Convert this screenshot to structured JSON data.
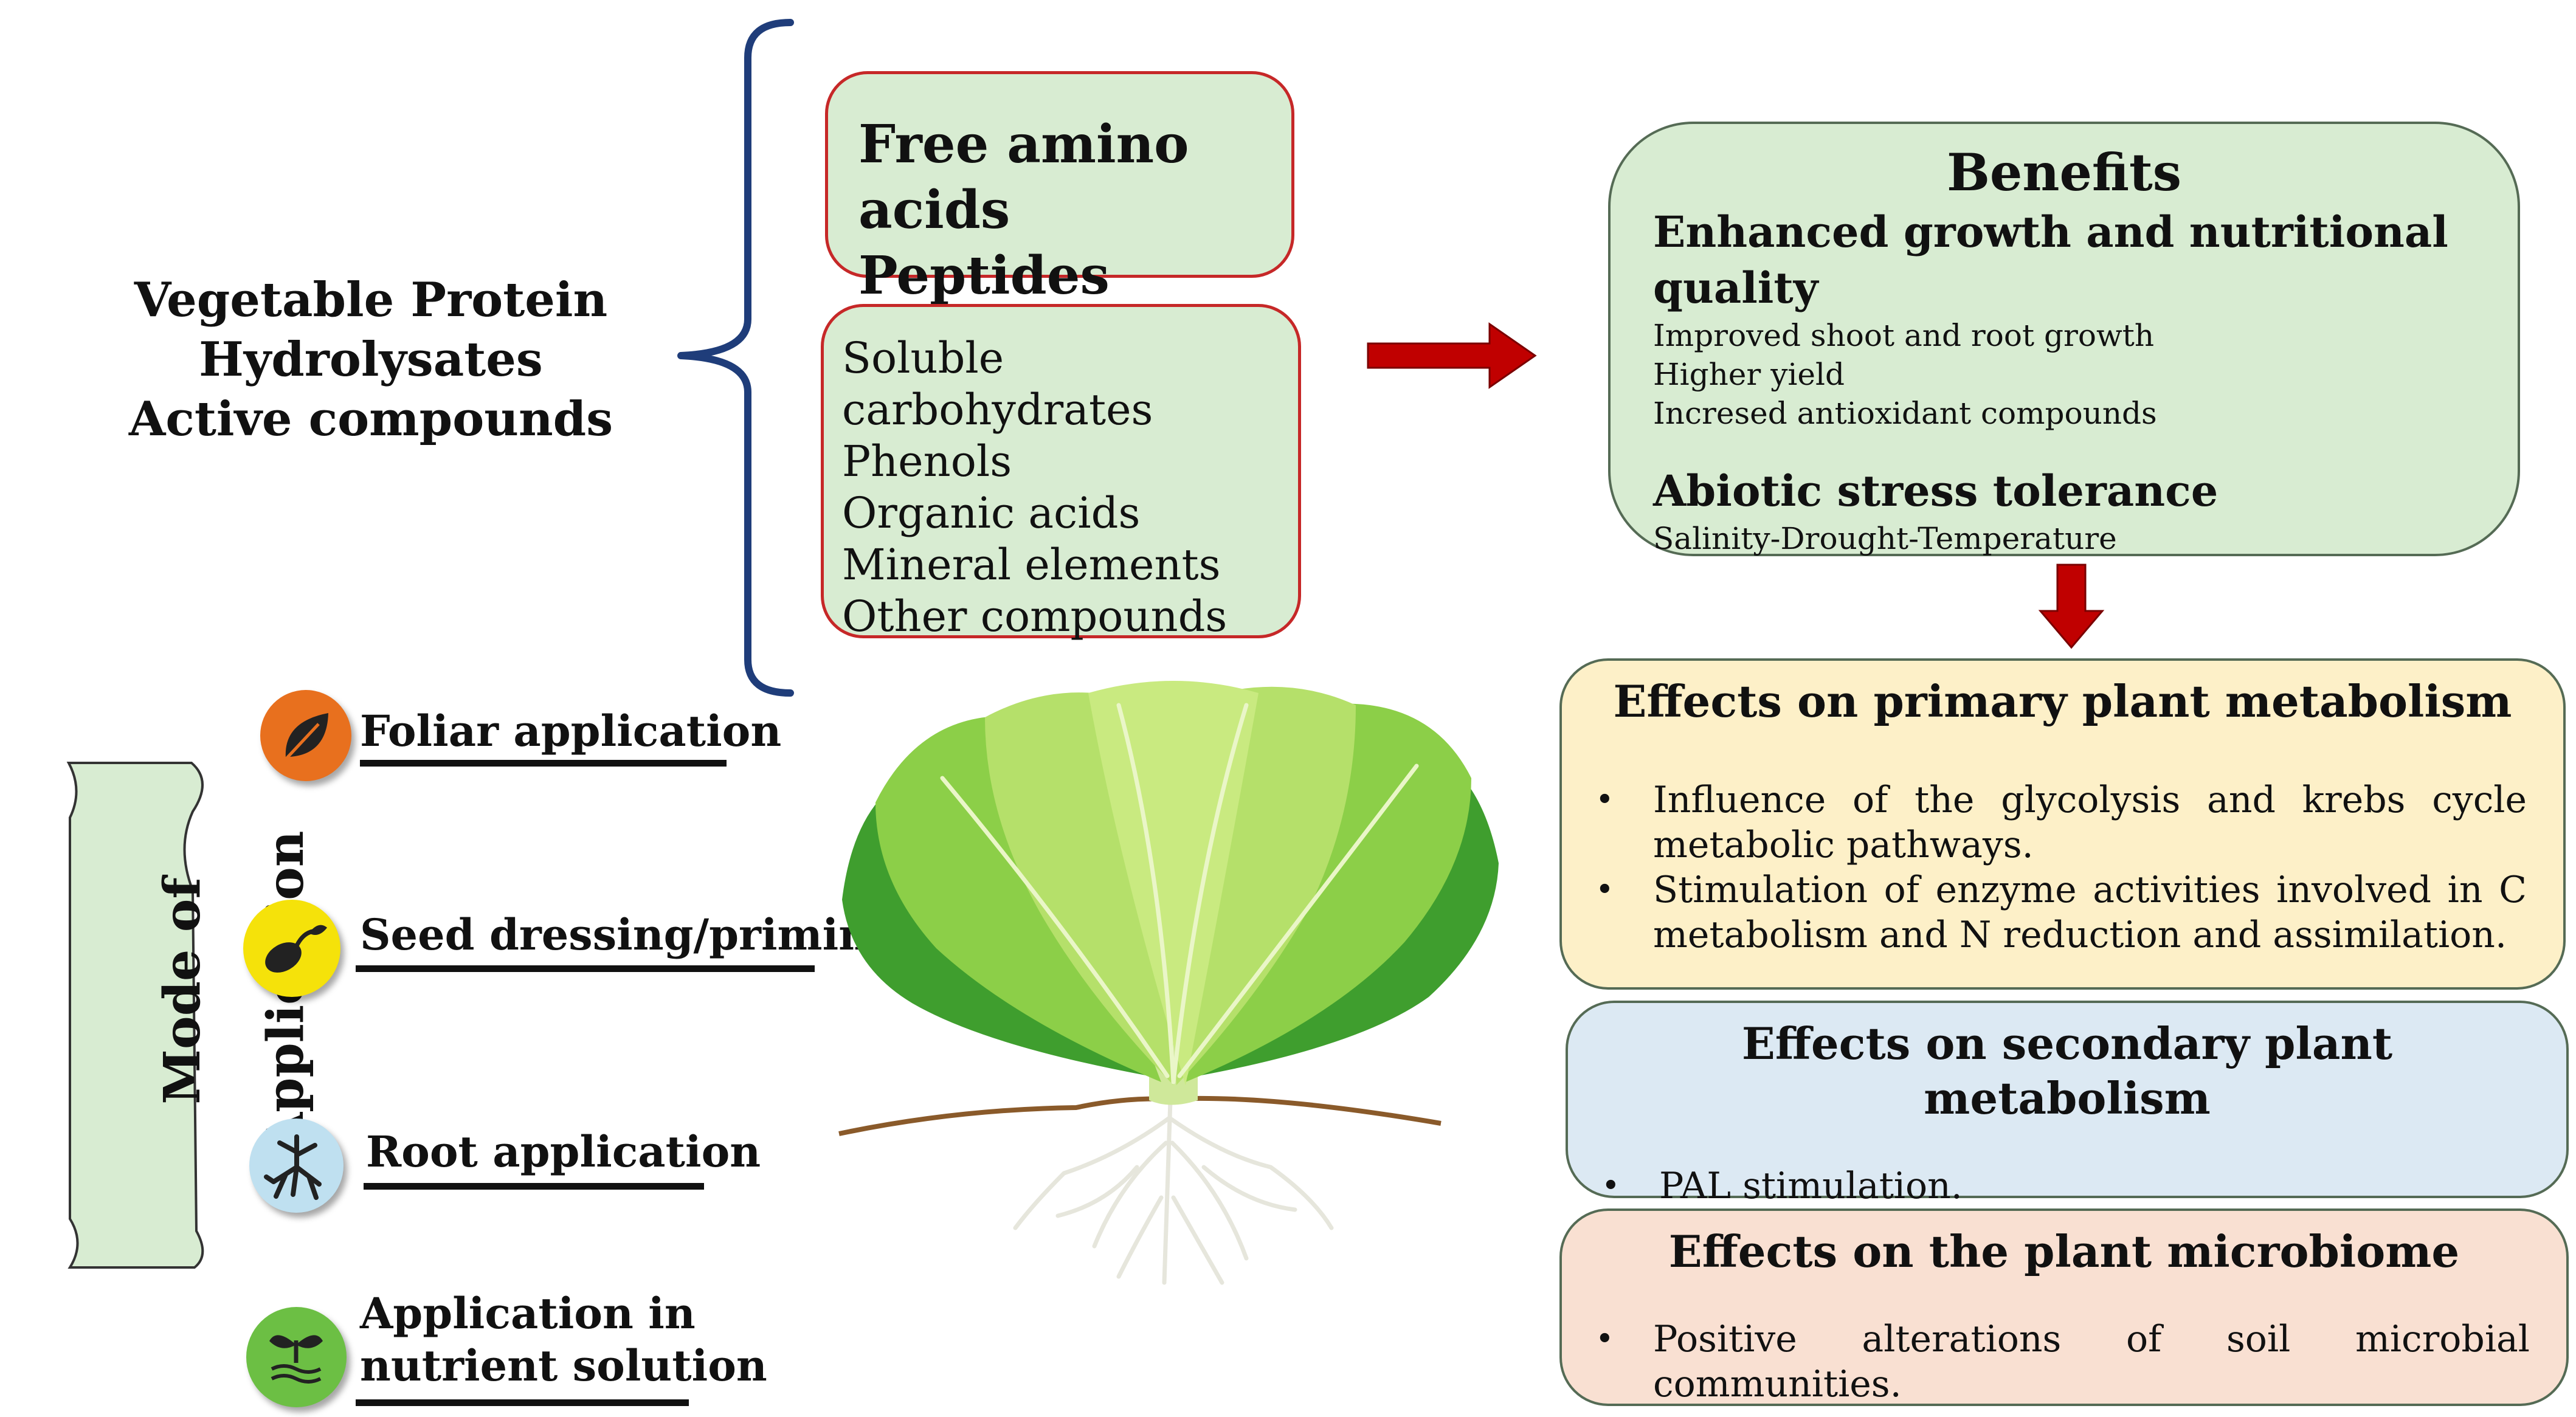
{
  "vph": {
    "line1": "Vegetable Protein Hydrolysates",
    "line2": "Active compounds"
  },
  "primary_compounds": [
    "Free amino acids",
    "Peptides"
  ],
  "other_compounds": [
    "Soluble carbohydrates",
    "Phenols",
    "Organic acids",
    "Mineral elements",
    "Other compounds"
  ],
  "benefits": {
    "title": "Benefits",
    "growth_heading": "Enhanced growth and nutritional quality",
    "growth_items": [
      "Improved  shoot  and  root  growth",
      "Higher  yield",
      "Incresed  antioxidant   compounds"
    ],
    "stress_heading": "Abiotic stress tolerance",
    "stress_items": [
      "Salinity-Drought-Temperature"
    ]
  },
  "effects": {
    "primary": {
      "title": "Effects on primary plant metabolism",
      "items": [
        "Influence of the glycolysis and krebs cycle metabolic pathways.",
        "Stimulation of enzyme activities involved in C metabolism and N reduction and assimilation."
      ]
    },
    "secondary": {
      "title": "Effects on secondary plant metabolism",
      "items": [
        "PAL stimulation."
      ]
    },
    "microbiome": {
      "title": "Effects on the plant microbiome",
      "items": [
        "Positive alterations of soil microbial communities."
      ]
    }
  },
  "bullet_glyph": "•",
  "mode": {
    "title": "Mode of Application",
    "foliar": "Foliar application",
    "seed": "Seed dressing/priming",
    "root": "Root application",
    "nutrient_line1": "Application in",
    "nutrient_line2": "nutrient solution"
  },
  "colors": {
    "brace": "#1f3d7a",
    "arrow": "#c00000",
    "box_green": "#d8ecd2",
    "box_yellow": "#fdf0c8",
    "box_blue": "#dce9f3",
    "box_peach": "#f9e0d2",
    "foliar_icon": "#e8701e",
    "seed_icon": "#f5e20a",
    "root_icon": "#bfe0f0",
    "nutrient_icon": "#6cbf44"
  },
  "icons": [
    "leaf-icon",
    "seed-icon",
    "roots-icon",
    "seedling-water-icon",
    "lettuce-illustration"
  ]
}
